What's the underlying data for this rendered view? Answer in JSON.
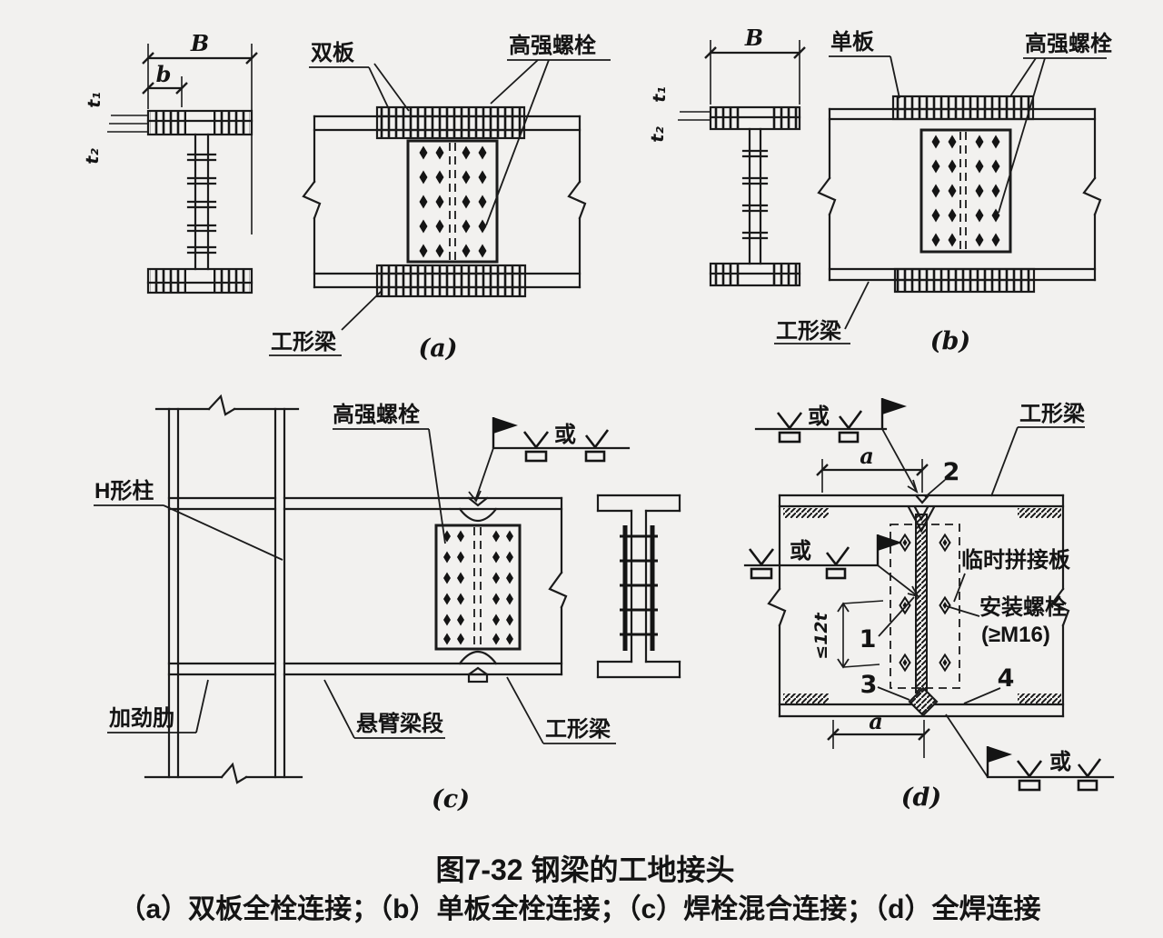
{
  "figure": {
    "title": "图7-32 钢梁的工地接头",
    "caption": "（a）双板全栓连接；（b）单板全栓连接；（c）焊栓混合连接；（d）全焊连接"
  },
  "panel_a": {
    "tag": "(a)",
    "dims": {
      "B": "B",
      "b": "b",
      "t1": "t₁",
      "t2": "t₂"
    },
    "labels": {
      "splice_plate": "双板",
      "hs_bolt": "高强螺栓",
      "i_beam": "工形梁"
    }
  },
  "panel_b": {
    "tag": "(b)",
    "dims": {
      "B": "B",
      "t1": "t₁",
      "t2": "t₂"
    },
    "labels": {
      "splice_plate": "单板",
      "hs_bolt": "高强螺栓",
      "i_beam": "工形梁"
    }
  },
  "panel_c": {
    "tag": "(c)",
    "labels": {
      "h_column": "H形柱",
      "hs_bolt": "高强螺栓",
      "or": "或",
      "stiffener": "加劲肋",
      "cantilever_segment": "悬臂梁段",
      "i_beam": "工形梁"
    }
  },
  "panel_d": {
    "tag": "(d)",
    "labels": {
      "or": "或",
      "i_beam": "工形梁",
      "temp_splice_plate": "临时拼接板",
      "install_bolt": "安装螺栓",
      "install_bolt_size": "(≥M16)",
      "web_weld_dim": "≤12t"
    },
    "dims": {
      "a": "a"
    },
    "marks": {
      "m1": "1",
      "m2": "2",
      "m3": "3",
      "m4": "4"
    }
  },
  "bolt_grids": [
    {
      "panel": "a",
      "cols": [
        466,
        484,
        513,
        531
      ],
      "rows": [
        168,
        195,
        222,
        249,
        276
      ],
      "w": 9,
      "h": 15,
      "style": "solid"
    },
    {
      "panel": "b",
      "cols": [
        1030,
        1048,
        1078,
        1096
      ],
      "rows": [
        156,
        183,
        210,
        237,
        264
      ],
      "w": 9,
      "h": 15,
      "style": "solid"
    },
    {
      "panel": "c",
      "cols": [
        492,
        507,
        546,
        561
      ],
      "rows": [
        590,
        613,
        636,
        659,
        682,
        703
      ],
      "w": 8,
      "h": 13,
      "style": "solid"
    },
    {
      "panel": "d",
      "cols": [
        996,
        1040
      ],
      "rows": [
        597,
        666,
        729
      ],
      "w": 11,
      "h": 17,
      "style": "hollow"
    }
  ]
}
